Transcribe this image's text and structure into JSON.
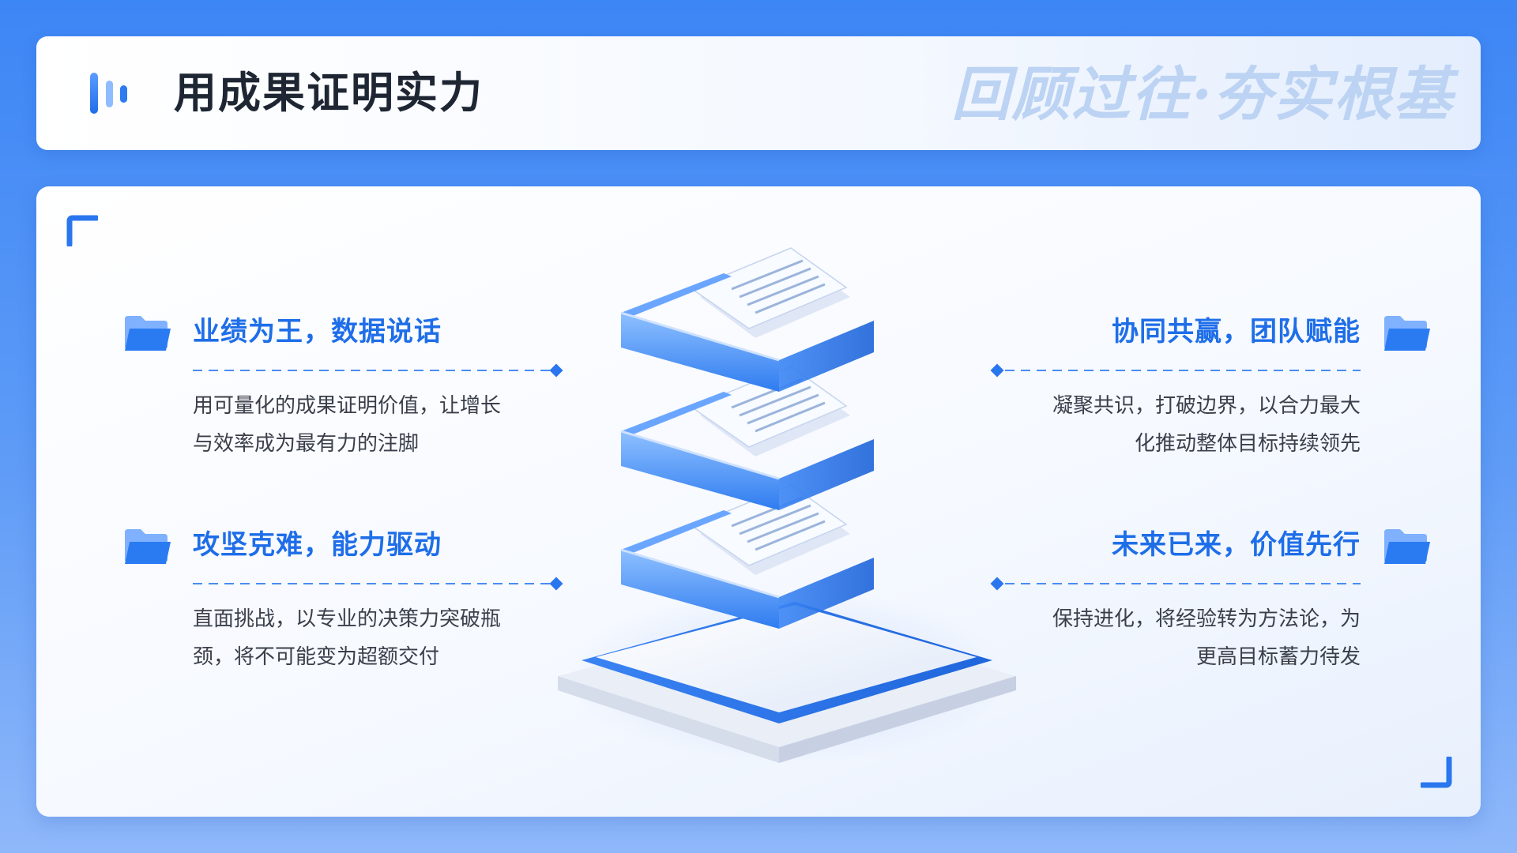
{
  "header": {
    "title": "用成果证明实力",
    "watermark": "回顾过往·夯实根基"
  },
  "colors": {
    "accent": "#1e6ee8",
    "background": "#3d86f5",
    "heading_text": "#1f2633",
    "body_text": "#3a3f4a",
    "watermark": "#bcd3f3"
  },
  "icons": {
    "title": "signal-bars-icon",
    "section": "folder-icon",
    "illustration": "document-tray-stack-icon"
  },
  "sections": {
    "top_left": {
      "heading": "业绩为王，数据说话",
      "desc_line1": "用可量化的成果证明价值，让增长",
      "desc_line2": "与效率成为最有力的注脚"
    },
    "bottom_left": {
      "heading": "攻坚克难，能力驱动",
      "desc_line1": "直面挑战，以专业的决策力突破瓶",
      "desc_line2": "颈，将不可能变为超额交付"
    },
    "top_right": {
      "heading": "协同共赢，团队赋能",
      "desc_line1": "凝聚共识，打破边界，以合力最大",
      "desc_line2": "化推动整体目标持续领先"
    },
    "bottom_right": {
      "heading": "未来已来，价值先行",
      "desc_line1": "保持进化，将经验转为方法论，为",
      "desc_line2": "更高目标蓄力待发"
    }
  }
}
